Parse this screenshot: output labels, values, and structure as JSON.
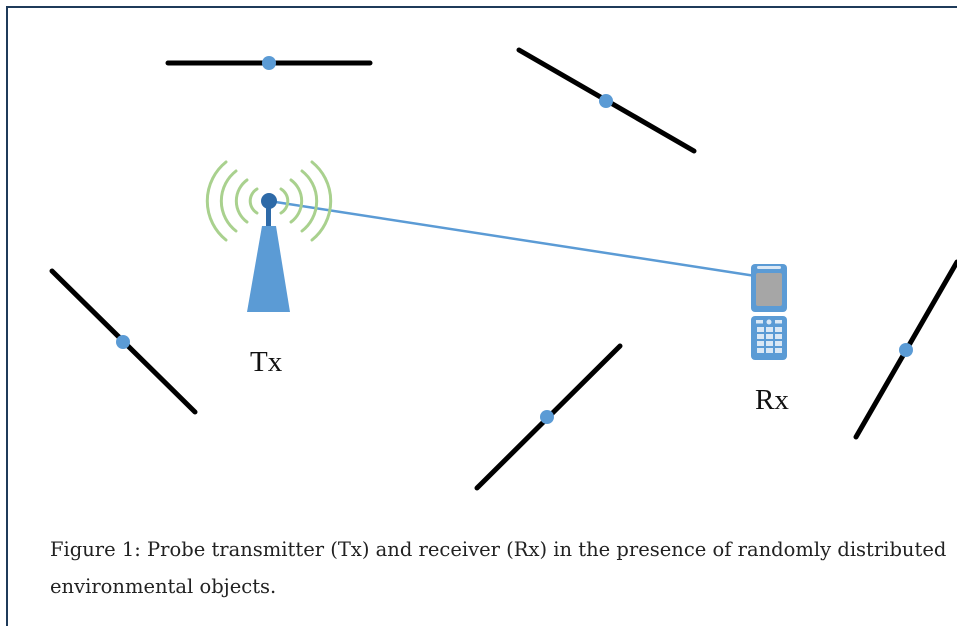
{
  "diagram": {
    "tx_label": "Tx",
    "rx_label": "Rx",
    "caption": "Figure 1: Probe transmitter (Tx) and receiver (Rx) in the presence of randomly distributed environmental objects."
  },
  "icons": {
    "transmitter": "antenna-tower-icon",
    "receiver": "mobile-phone-icon"
  },
  "colors": {
    "link_line": "#5b9bd5",
    "object_line": "#000000",
    "object_center": "#5b9bd5",
    "signal_waves": "#a9d18e",
    "frame_border": "#1f3b5a"
  }
}
